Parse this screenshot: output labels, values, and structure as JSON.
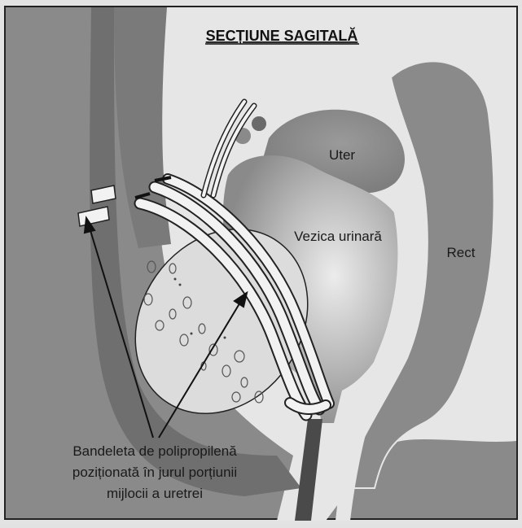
{
  "title": "SECȚIUNE SAGITALĂ",
  "labels": {
    "uterus": "Uter",
    "bladder": "Vezica urinară",
    "rectum": "Rect"
  },
  "caption": {
    "line1": "Bandeleta de polipropilenă",
    "line2": "poziționată în jurul porțiunii",
    "line3": "mijlocii a uretrei"
  },
  "colors": {
    "background": "#8a8a8a",
    "body_cavity": "#e6e6e6",
    "organs": "#8c8c8c",
    "tissue_band": "#6f6f6f",
    "outline": "#222222"
  }
}
